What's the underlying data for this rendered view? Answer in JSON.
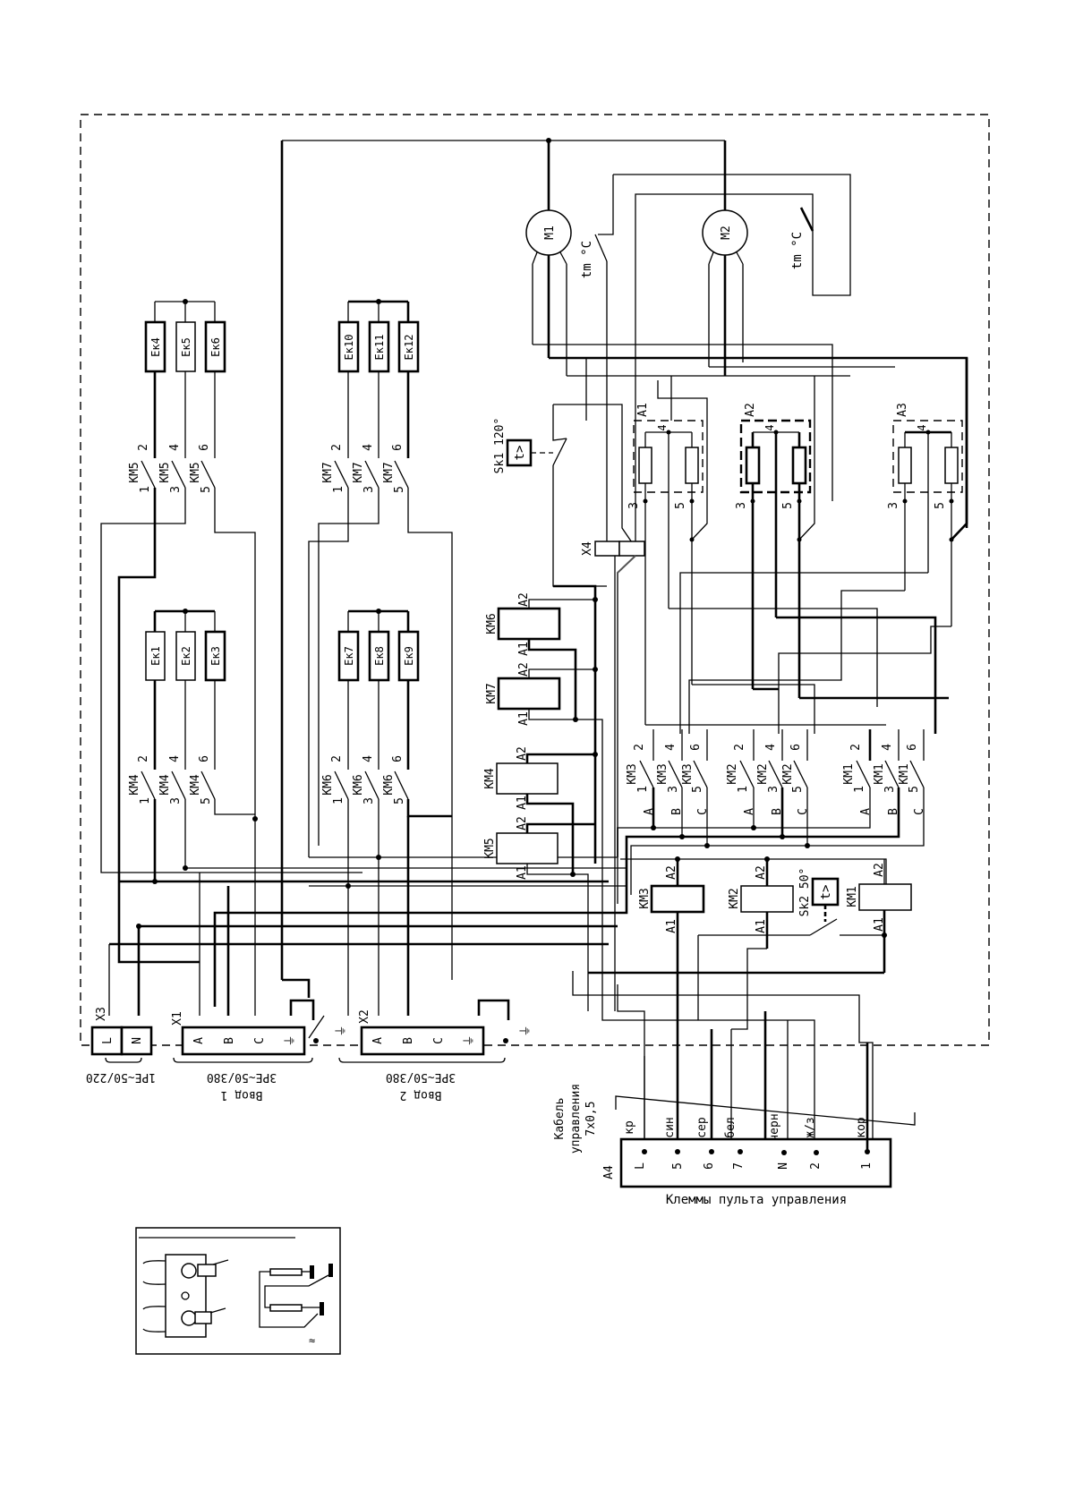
{
  "diagram": {
    "type": "electrical-schematic",
    "motors": [
      {
        "id": "M1",
        "label": "M1",
        "thermal_switch": "tm °C"
      },
      {
        "id": "M2",
        "label": "M2",
        "thermal_switch": "tm °C"
      }
    ],
    "heater_groups_top": [
      {
        "elements": [
          "Eк4",
          "Eк5",
          "Eк6"
        ],
        "contactor": "KM5"
      },
      {
        "elements": [
          "Eк10",
          "Eк11",
          "Eк12"
        ],
        "contactor": "KM7"
      }
    ],
    "heater_groups_bottom": [
      {
        "elements": [
          "Eк1",
          "Eк2",
          "Eк3"
        ],
        "contactor": "KM4"
      },
      {
        "elements": [
          "Eк7",
          "Eк8",
          "Eк9"
        ],
        "contactor": "KM6"
      }
    ],
    "contact_pins_top": [
      "2",
      "4",
      "6"
    ],
    "contact_pins_bottom": [
      "1",
      "3",
      "5"
    ],
    "phase_labels": [
      "A",
      "B",
      "C"
    ],
    "heater_blocks": [
      {
        "id": "A1",
        "label": "A1",
        "pins": [
          "4",
          "3",
          "5"
        ]
      },
      {
        "id": "A2",
        "label": "A2",
        "pins": [
          "4",
          "3",
          "5"
        ]
      },
      {
        "id": "A3",
        "label": "A3",
        "pins": [
          "4",
          "3",
          "5"
        ]
      }
    ],
    "thermostats": {
      "sk1": "Sk1 120°",
      "sk2": "Sk2 50°",
      "sk_symbol": "t>"
    },
    "connector_x4": "X4",
    "coils_left": [
      {
        "id": "KM6",
        "a2": "A2",
        "a1": "A1"
      },
      {
        "id": "KM7",
        "a2": "A2",
        "a1": "A1"
      },
      {
        "id": "KM4",
        "a2": "A2",
        "a1": "A1"
      },
      {
        "id": "KM5",
        "a2": "A2",
        "a1": "A1"
      }
    ],
    "power_contactors": [
      "KM3",
      "KM2",
      "KM1"
    ],
    "coils_bottom": [
      {
        "id": "KM3",
        "a2": "A2",
        "a1": "A1"
      },
      {
        "id": "KM2",
        "a2": "A2",
        "a1": "A1"
      },
      {
        "id": "KM1",
        "a2": "A2",
        "a1": "A1"
      }
    ],
    "terminals": {
      "x3": {
        "label": "X3",
        "pins": [
          "L",
          "N"
        ],
        "caption": "1PE~50/220"
      },
      "x1": {
        "label": "X1",
        "pins": [
          "A",
          "B",
          "C",
          "⏚"
        ],
        "caption": "3PE~50/380",
        "caption2": "Ввод 1"
      },
      "x2": {
        "label": "X2",
        "pins": [
          "A",
          "B",
          "C",
          "⏚"
        ],
        "caption": "3PE~50/380",
        "caption2": "Ввод 2"
      }
    },
    "control_cable": {
      "label_line1": "Кабель",
      "label_line2": "управления",
      "label_line3": "7x0,5",
      "wires": [
        "кр",
        "син",
        "сер",
        "бел",
        "черн",
        "ж/з",
        "кор"
      ]
    },
    "control_terminal": {
      "label": "A4",
      "pins": [
        "L",
        "5",
        "6",
        "7",
        "N",
        "2",
        "1"
      ],
      "caption": "Клеммы пульта управления"
    },
    "inset": {
      "note": "≈"
    }
  }
}
